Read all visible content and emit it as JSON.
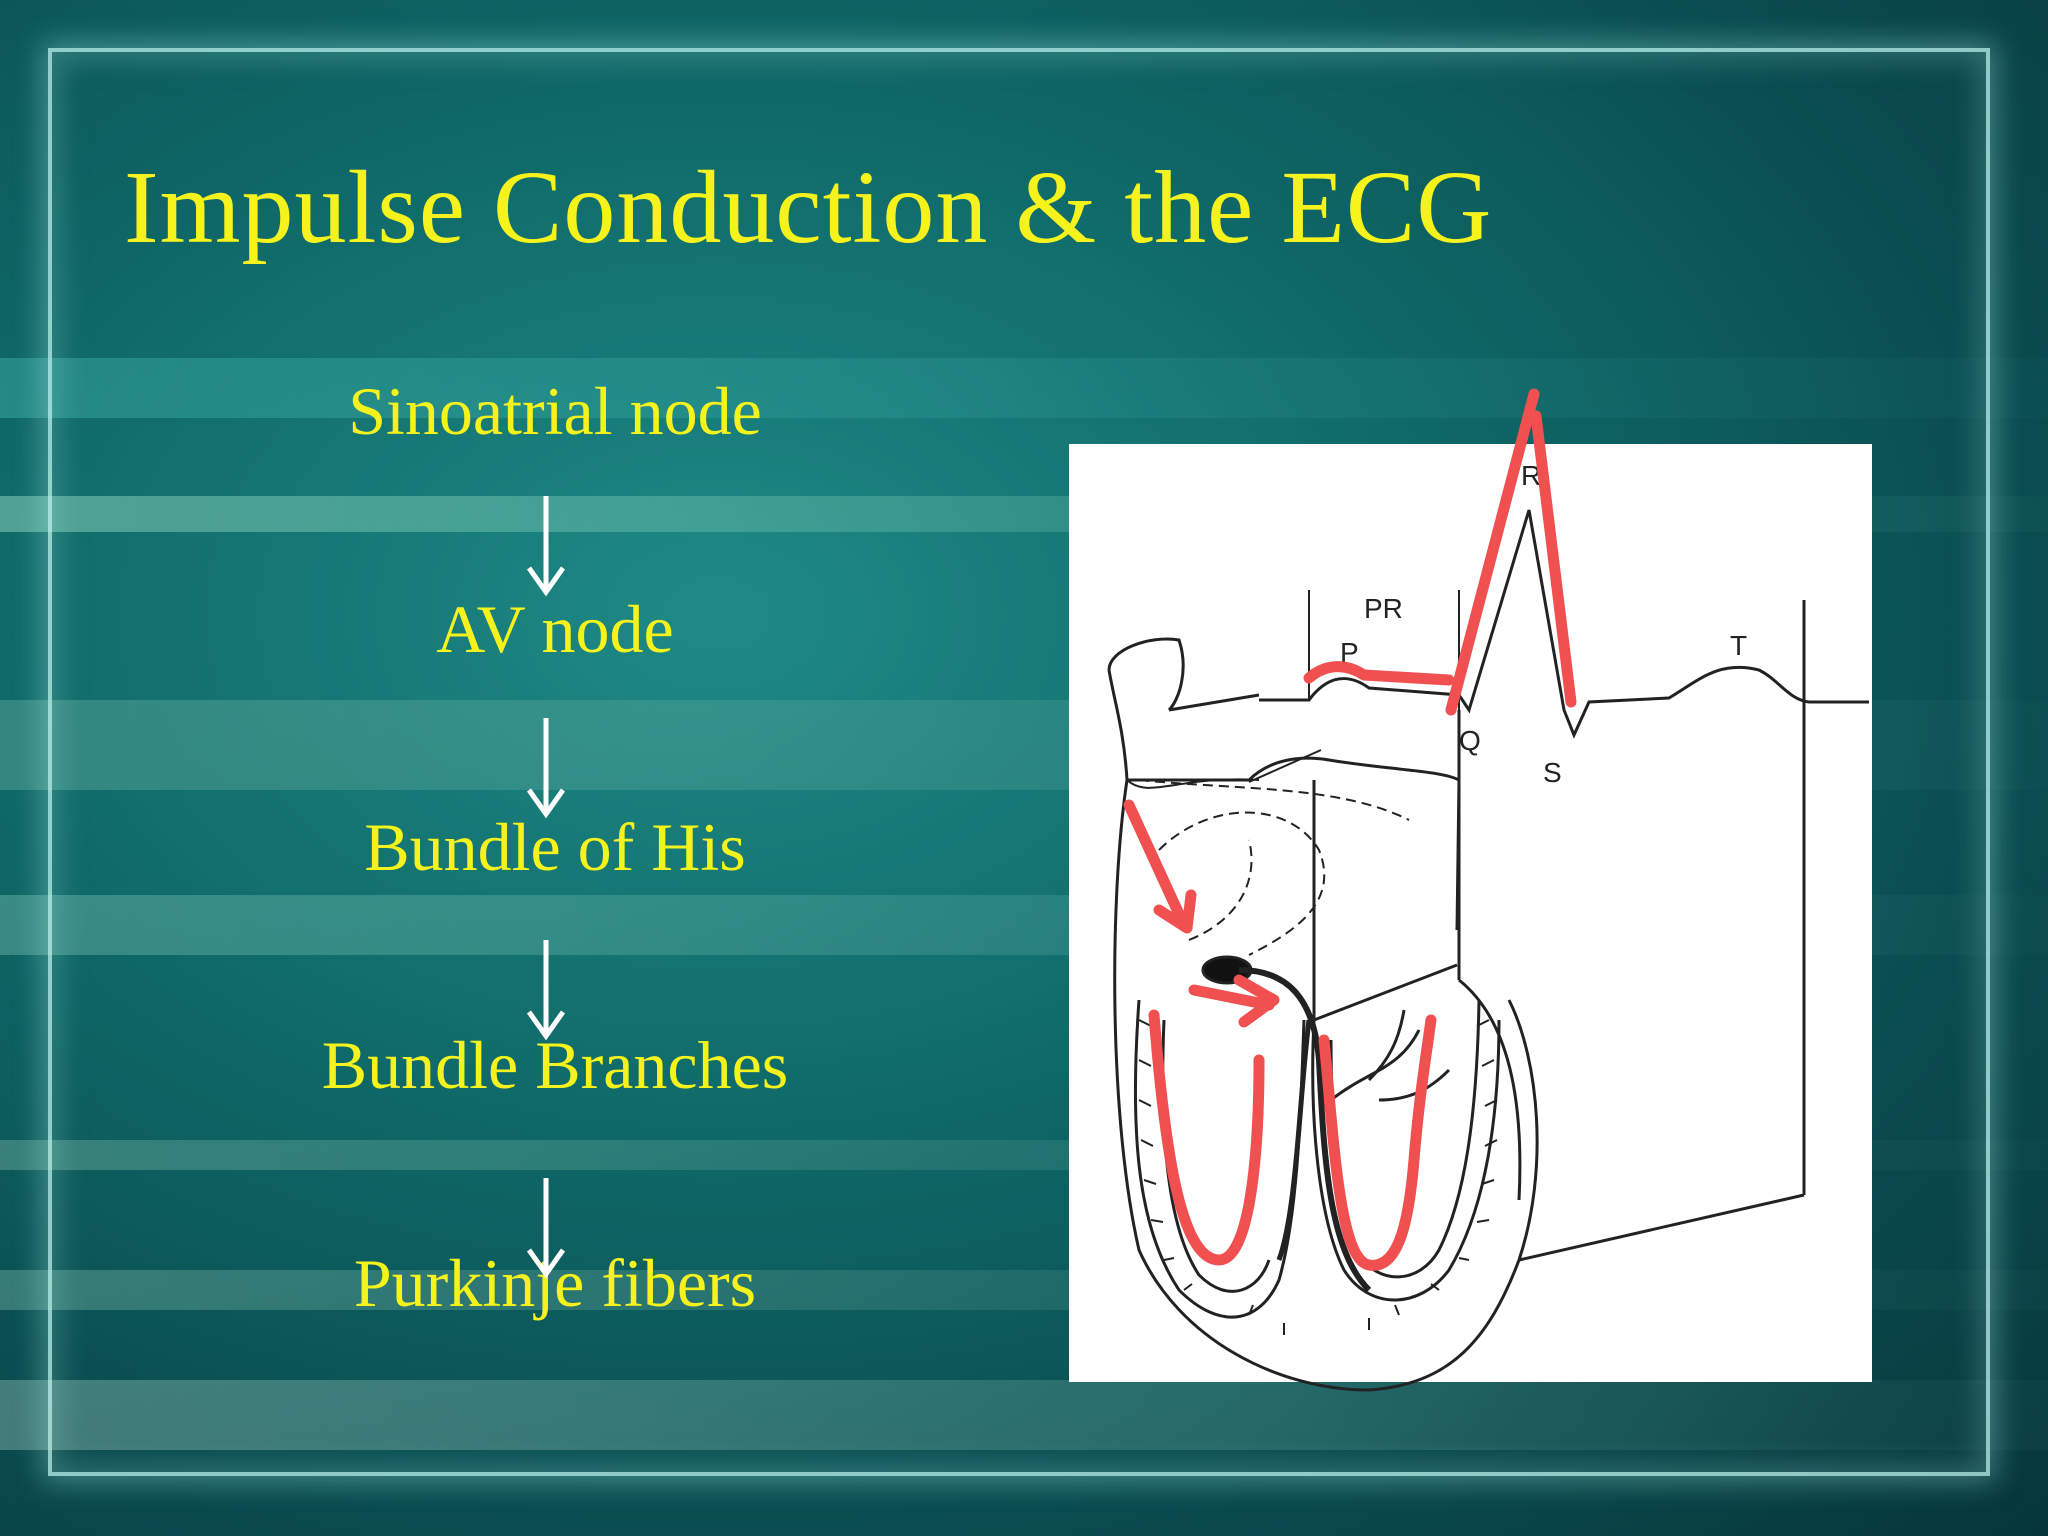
{
  "slide": {
    "title": "Impulse Conduction & the ECG",
    "colors": {
      "title_text": "#f6f31c",
      "background": "#0f6a69",
      "highlight": "#f05050"
    }
  },
  "conduction_pathway": {
    "steps": [
      {
        "label": "Sinoatrial node"
      },
      {
        "label": "AV node"
      },
      {
        "label": "Bundle of His"
      },
      {
        "label": "Bundle Branches"
      },
      {
        "label": "Purkinje fibers"
      }
    ],
    "arrow_icon": "down-arrow-icon"
  },
  "diagram": {
    "ecg_labels": {
      "pr": "PR",
      "p": "P",
      "q": "Q",
      "r": "R",
      "s": "S",
      "t": "T"
    }
  }
}
